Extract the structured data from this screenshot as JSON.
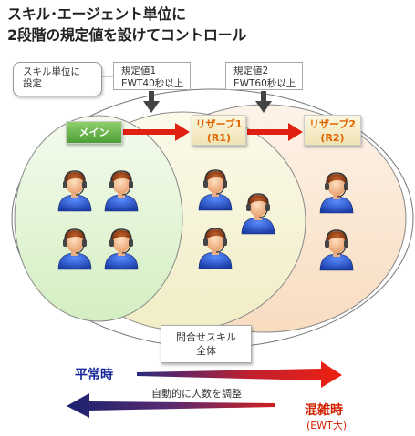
{
  "title": {
    "line1": "スキル･エージェント単位に",
    "line2": "2段階の規定値を設けてコントロール"
  },
  "callout": {
    "line1": "スキル単位に",
    "line2": "設定"
  },
  "thresholds": [
    {
      "line1": "規定値1",
      "line2": "EWT40秒以上"
    },
    {
      "line1": "規定値2",
      "line2": "EWT60秒以上"
    }
  ],
  "groups": {
    "main": {
      "label": "メイン"
    },
    "reserve1": {
      "line1": "リザーブ1",
      "line2": "(R1)"
    },
    "reserve2": {
      "line1": "リザーブ2",
      "line2": "(R2)"
    }
  },
  "whole_skill": {
    "line1": "問合せスキル",
    "line2": "全体"
  },
  "bottom": {
    "normal": "平常時",
    "adjust": "自動的に人数を調整",
    "busy": "混雑時",
    "busy_sub": "(EWT大)"
  },
  "colors": {
    "main_zone": "#e4f5d8",
    "r1_zone": "#f6f3dc",
    "r2_zone": "#fbe7d4",
    "arrow_red": "#e02010",
    "arrow_blue": "#1a237e"
  },
  "agents": {
    "main": 4,
    "reserve1": 3,
    "reserve2": 2
  }
}
